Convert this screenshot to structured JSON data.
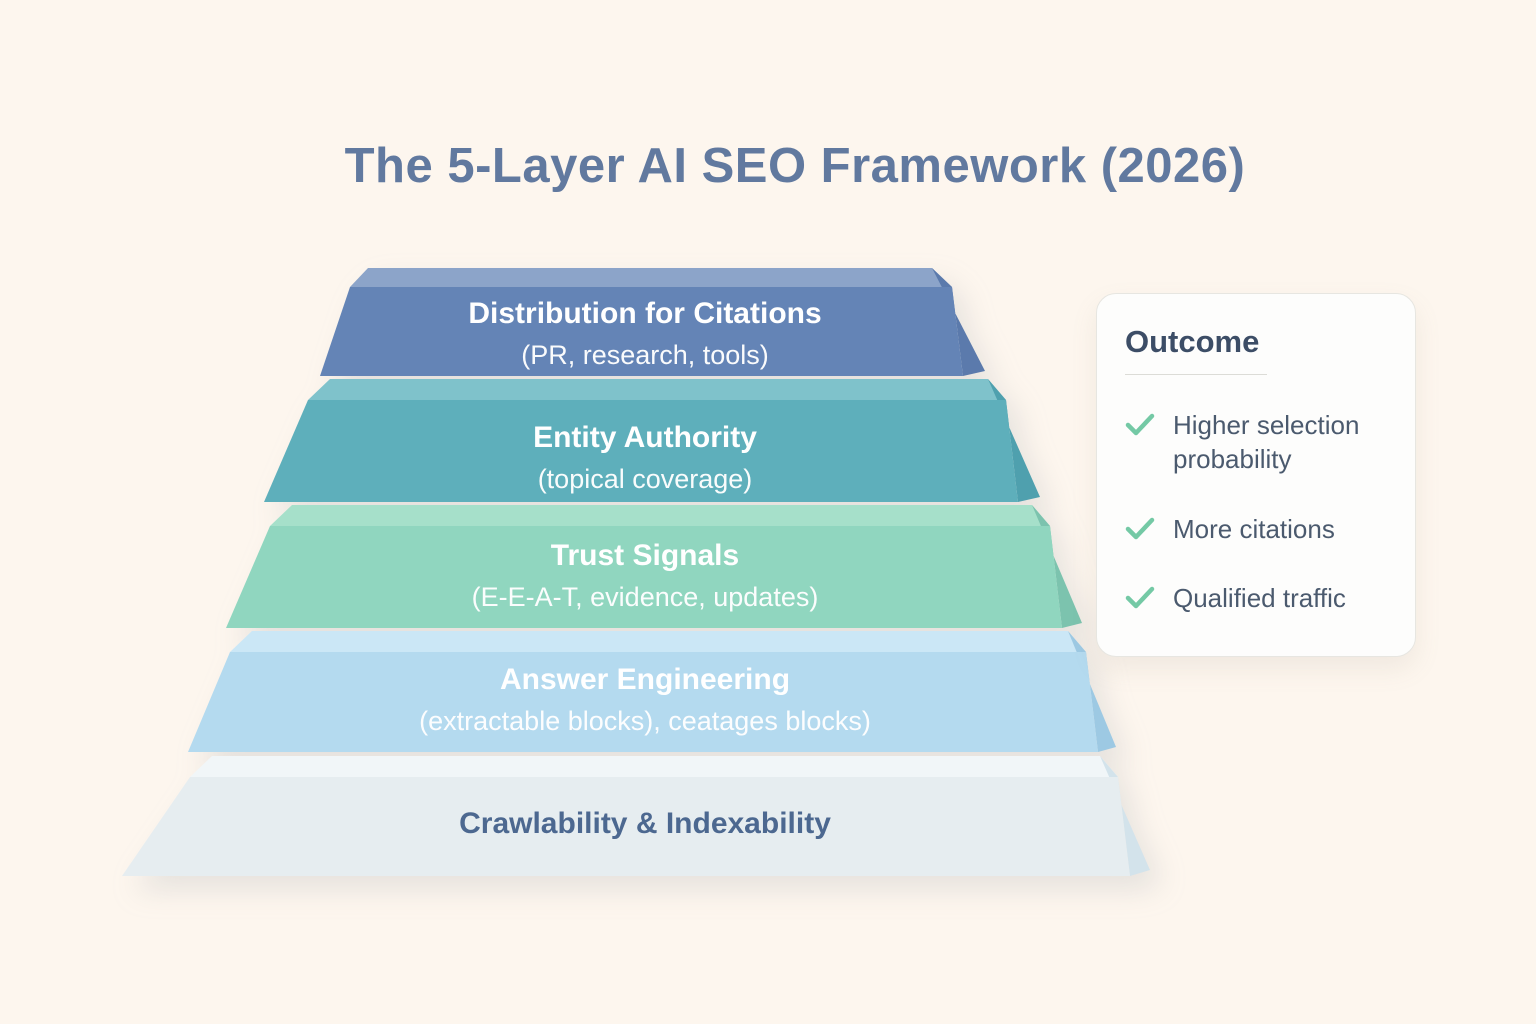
{
  "title": "The 5-Layer AI SEO Framework (2026)",
  "pyramid": {
    "layers": [
      {
        "name": "Distribution for Citations",
        "subtitle": "(PR, research, tools)",
        "color": "#6484B6",
        "top_color": "#8CA4C9",
        "side_color": "#5B7AAC",
        "text_color": "#FFFFFF"
      },
      {
        "name": "Entity Authority",
        "subtitle": "(topical coverage)",
        "color": "#5EAFBB",
        "top_color": "#7FC2CB",
        "side_color": "#4FA0AE",
        "text_color": "#FFFFFF"
      },
      {
        "name": "Trust Signals",
        "subtitle": "(E-E-A-T, evidence, updates)",
        "color": "#90D6BF",
        "top_color": "#A6E0CA",
        "side_color": "#7CC3AE",
        "text_color": "#FFFFFF"
      },
      {
        "name": "Answer Engineering",
        "subtitle": "(extractable blocks), ceatages blocks)",
        "color": "#B4DAEF",
        "top_color": "#CBE7F6",
        "side_color": "#9DC9E3",
        "text_color": "#FFFFFF"
      },
      {
        "name": "Crawlability & Indexability",
        "subtitle": "",
        "color": "#E6EDF0",
        "top_color": "#F1F6F8",
        "side_color": "#D3E3EB",
        "text_color": "#4C6890"
      }
    ]
  },
  "outcome_card": {
    "heading": "Outcome",
    "items": [
      {
        "icon": "check-icon",
        "label": "Higher selection probability"
      },
      {
        "icon": "check-icon",
        "label": "More citations"
      },
      {
        "icon": "check-icon",
        "label": "Qualified traffic"
      }
    ],
    "check_color": "#74C9A5"
  },
  "colors": {
    "background": "#FDF6EE",
    "title_text": "#61799F",
    "card_heading": "#3C4D66",
    "card_item_text": "#4B5A6E"
  }
}
